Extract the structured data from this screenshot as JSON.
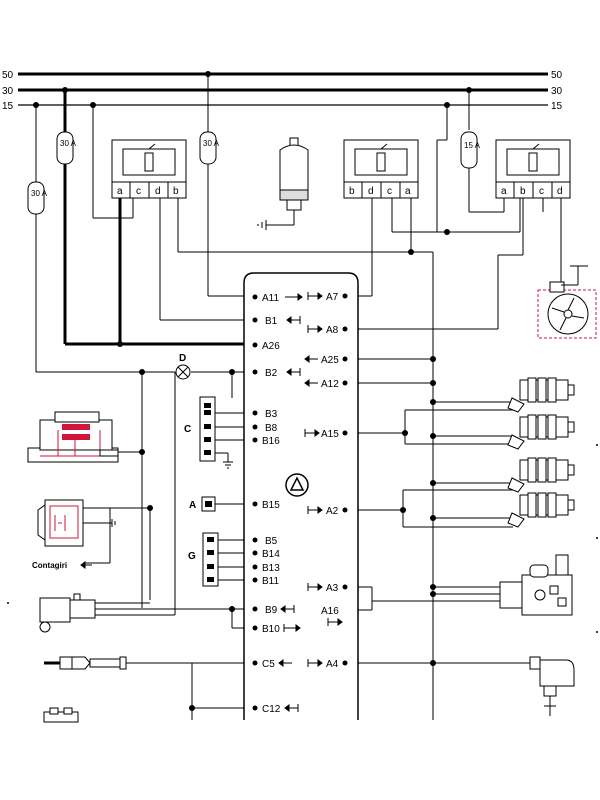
{
  "colors": {
    "ink": "#000000",
    "highlight": "#d0143c",
    "ecu_fill": "#ffffff"
  },
  "rails": [
    {
      "left": "50",
      "right": "50"
    },
    {
      "left": "30",
      "right": "30"
    },
    {
      "left": "15",
      "right": "15"
    }
  ],
  "fuses": [
    "30 A",
    "30 A",
    "30 A",
    "15 A"
  ],
  "relay_pins": {
    "relay1": [
      "a",
      "c",
      "d",
      "b"
    ],
    "relay2": [
      "b",
      "d",
      "c",
      "a"
    ],
    "relay3": [
      "a",
      "b",
      "c",
      "d"
    ]
  },
  "ecu_left": {
    "A11": "A11",
    "B1": "B1",
    "A26": "A26",
    "B2": "B2",
    "B3": "B3",
    "B8": "B8",
    "B16": "B16",
    "B15": "B15",
    "B5": "B5",
    "B14": "B14",
    "B13": "B13",
    "B11": "B11",
    "B9": "B9",
    "B10": "B10",
    "C5": "C5",
    "C12": "C12"
  },
  "ecu_right": {
    "A7": "A7",
    "A8": "A8",
    "A25": "A25",
    "A12": "A12",
    "A15": "A15",
    "A2": "A2",
    "A3": "A3",
    "A16": "A16",
    "A4": "A4"
  },
  "connector_letters": {
    "D": "D",
    "C": "C",
    "A": "A",
    "G": "G"
  },
  "tachometer": "Contagiri"
}
